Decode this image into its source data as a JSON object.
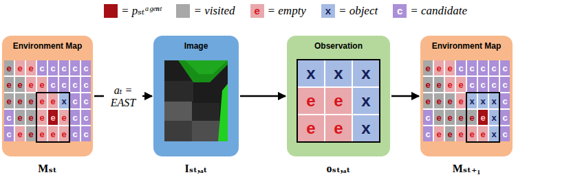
{
  "diagram": {
    "nodes": [
      {
        "text": [
          "Environment Map",
          "Mₛₜ"
        ]
      },
      {
        "text": [
          "Image",
          "Iₛₜ,ₐₜ"
        ]
      },
      {
        "text": [
          "Observation",
          "oₛₜ,ₐₜ"
        ]
      },
      {
        "text": [
          "Environment Map",
          "Mₛₜ₊₁"
        ]
      }
    ],
    "edges": [
      {
        "from": 0,
        "to": 1,
        "arrow": "to",
        "label": "aₜ = EAST"
      },
      {
        "from": 1,
        "to": 2,
        "arrow": "to"
      },
      {
        "from": 2,
        "to": 3,
        "arrow": "to"
      }
    ],
    "labels": [
      "e",
      "x",
      "c",
      "e",
      "e",
      "e",
      "c",
      "c",
      "c",
      "c",
      "c",
      "e",
      "e",
      "e",
      "e",
      "c",
      "c",
      "c",
      "c",
      "e",
      "e",
      "e",
      "e",
      "e",
      "x",
      "c",
      "c",
      "c",
      "e",
      "e",
      "e",
      "e",
      "e",
      "c",
      "c",
      "c",
      "e",
      "e",
      "e",
      "e",
      "e",
      "c",
      "c",
      "x",
      "x",
      "x",
      "e",
      "e",
      "x",
      "e",
      "e",
      "x",
      "e",
      "e",
      "e",
      "c",
      "c",
      "c",
      "c",
      "c",
      "e",
      "e",
      "e",
      "e",
      "c",
      "c",
      "c",
      "c",
      "e",
      "e",
      "e",
      "e",
      "x",
      "x",
      "x",
      "c",
      "c",
      "e",
      "e",
      "e",
      "e",
      "e",
      "x",
      "c",
      "c",
      "e",
      "e",
      "e",
      "e",
      "e",
      "x",
      "c"
    ],
    "legend": [
      {
        "text": "= pₛₜᵃᵍᵉⁿᵗ",
        "color": "#a50f15"
      },
      {
        "text": "= visited",
        "color": "#a8a8a8"
      },
      {
        "text": "= empty",
        "color": "#e9a8ab"
      },
      {
        "text": "= object",
        "color": "#a6bbe3"
      },
      {
        "text": "= candidate",
        "color": "#ab8fd8"
      }
    ]
  }
}
